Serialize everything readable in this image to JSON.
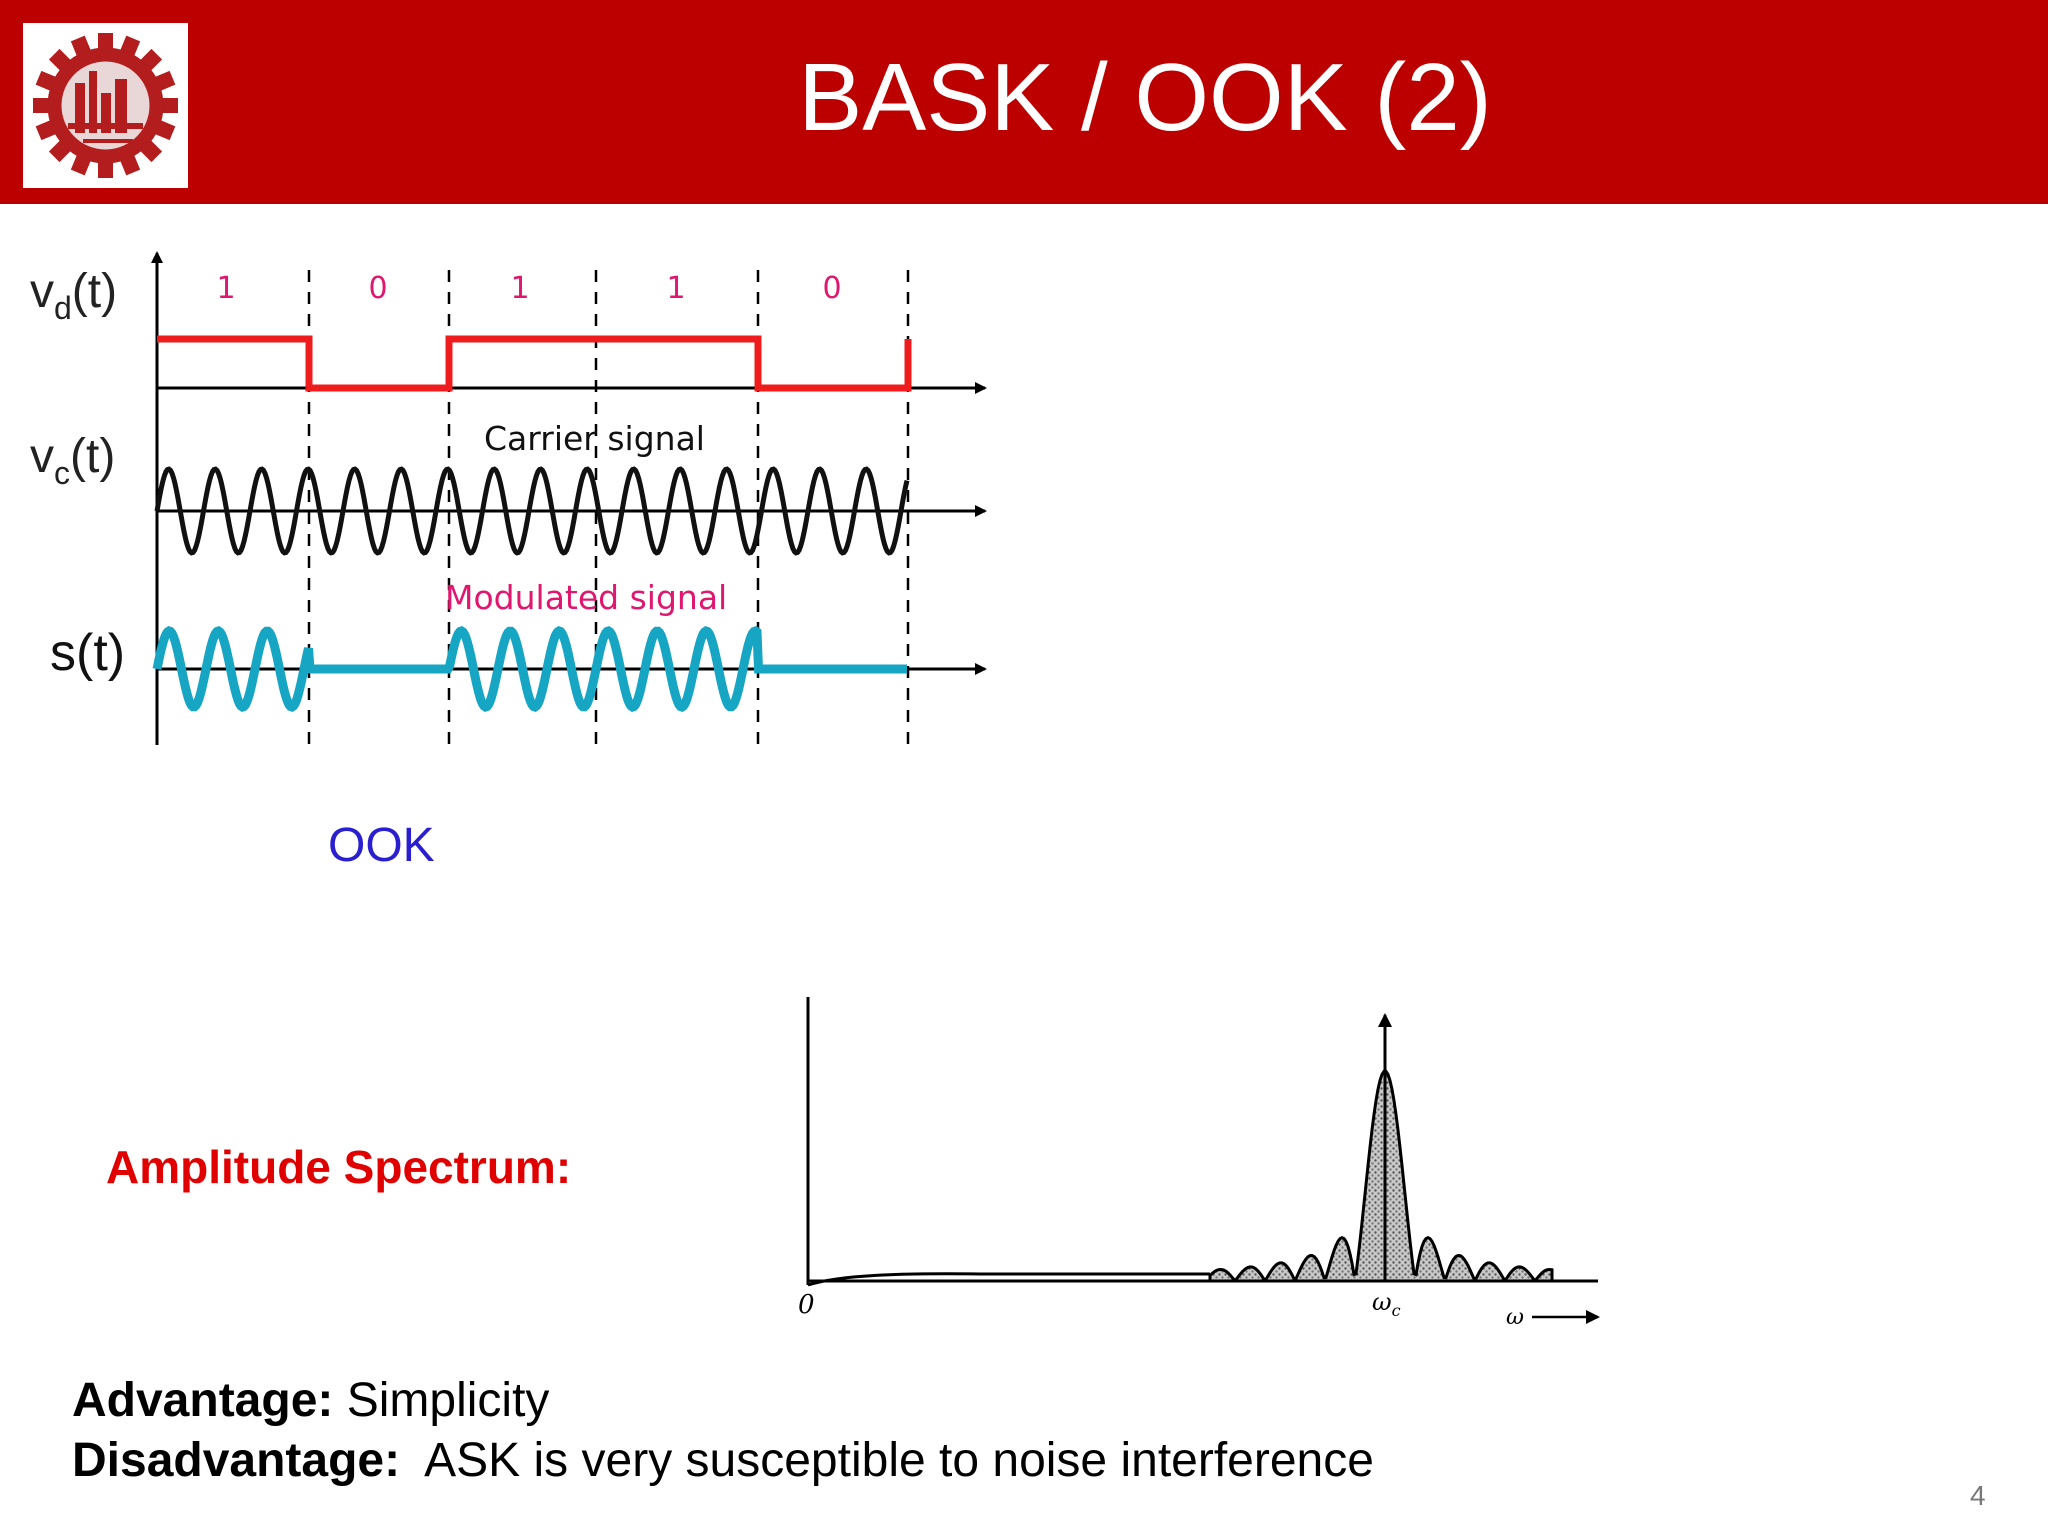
{
  "header": {
    "title": "BASK / OOK (2)",
    "background_color": "#bc0000",
    "logo_icon": "university-gear-logo-icon"
  },
  "waveform": {
    "bits": [
      "1",
      "0",
      "1",
      "1",
      "0"
    ],
    "labels": {
      "data_signal_main": "v",
      "data_signal_sub": "d",
      "data_signal_paren": "(t)",
      "carrier_main": "v",
      "carrier_sub": "c",
      "carrier_paren": "(t)",
      "modulated": "s(t)"
    },
    "carrier_annotation": "Carrier signal",
    "modulated_annotation": "Modulated signal",
    "caption": "OOK",
    "colors": {
      "data": "#ee1c1c",
      "carrier": "#111111",
      "modulated": "#17a5c4",
      "bits": "#e0176f",
      "modulated_annotation": "#e0176f"
    }
  },
  "spectrum": {
    "label": "Amplitude Spectrum:",
    "origin_label": "0",
    "carrier_label_main": "ω",
    "carrier_label_sub": "c",
    "axis_label": "ω"
  },
  "footer": {
    "advantage_label": "Advantage:",
    "advantage_text": " Simplicity",
    "disadvantage_label": "Disadvantage:",
    "disadvantage_text": "  ASK is very susceptible to noise interference",
    "page_number": "4"
  }
}
